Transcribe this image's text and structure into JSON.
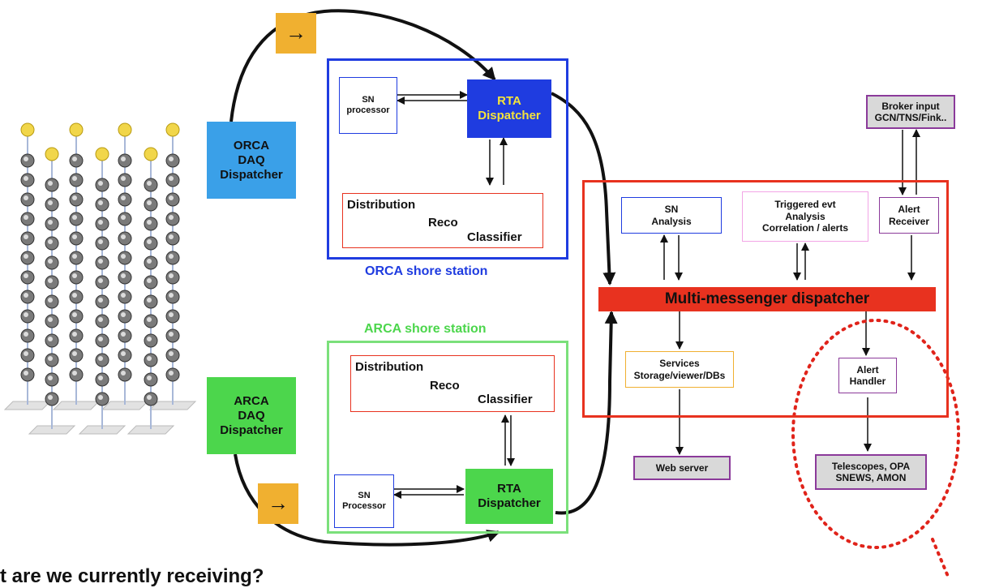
{
  "orca_daq": "ORCA\nDAQ\nDispatcher",
  "arca_daq": "ARCA\nDAQ\nDispatcher",
  "orca_station": {
    "title": "ORCA shore station",
    "sn_processor": "SN\nprocessor",
    "rta_dispatcher": "RTA\nDispatcher",
    "distribution": "Distribution",
    "reco": "Reco",
    "classifier": "Classifier"
  },
  "arca_station": {
    "title": "ARCA shore station",
    "sn_processor": "SN\nProcessor",
    "rta_dispatcher": "RTA\nDispatcher",
    "distribution": "Distribution",
    "reco": "Reco",
    "classifier": "Classifier"
  },
  "mm": {
    "sn_analysis": "SN\nAnalysis",
    "triggered": "Triggered evt\nAnalysis\nCorrelation / alerts",
    "alert_receiver": "Alert\nReceiver",
    "dispatcher": "Multi-messenger dispatcher",
    "services": "Services\nStorage/viewer/DBs",
    "alert_handler": "Alert\nHandler"
  },
  "broker_input": "Broker input\nGCN/TNS/Fink..",
  "web_server": "Web server",
  "telescopes": "Telescopes, OPA\nSNEWS, AMON",
  "arrow_glyph": "→",
  "bottom_text": "t are we currently receiving?",
  "colors": {
    "orca_blue": "#1f3ce0",
    "arca_green": "#4cd64c",
    "mm_red": "#e8321f",
    "purple": "#8b3a9a",
    "orange": "#f0b030"
  }
}
